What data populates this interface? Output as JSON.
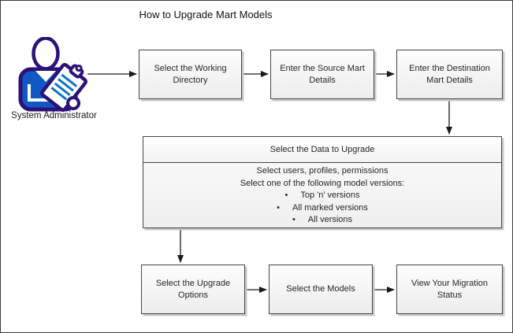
{
  "title": "How to Upgrade Mart Models",
  "actor": {
    "label": "System Administrator"
  },
  "steps": [
    {
      "id": "working-directory",
      "label": "Select the Working Directory"
    },
    {
      "id": "source-mart",
      "label": "Enter the Source Mart Details"
    },
    {
      "id": "destination-mart",
      "label": "Enter the Destination Mart Details"
    },
    {
      "id": "upgrade-options",
      "label": "Select the Upgrade Options"
    },
    {
      "id": "select-models",
      "label": "Select the Models"
    },
    {
      "id": "migration-status",
      "label": "View Your Migration Status"
    }
  ],
  "data_to_upgrade": {
    "header": "Select the Data to Upgrade",
    "lines": [
      "Select users, profiles, permissions",
      "Select one of the following model versions:"
    ],
    "bullet_glyph": "•",
    "bullets": [
      "Top 'n' versions",
      "All marked versions",
      "All versions"
    ]
  },
  "colors": {
    "box_border": "#454545",
    "box_fill_top": "#fdfdfd",
    "box_fill_bottom": "#ededed",
    "box_shadow": "#c9c9c9",
    "connector": "#1a1a1a",
    "actor_outline": "#2b1277",
    "actor_shirt": "#1058c4",
    "clipboard_lines": "#0c74c4"
  }
}
